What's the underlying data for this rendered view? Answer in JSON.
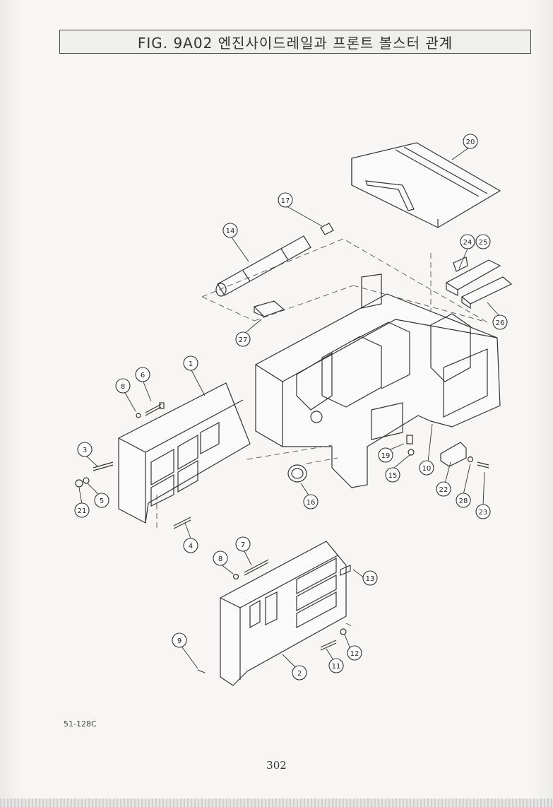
{
  "title": "FIG. 9A02 엔진사이드레일과 프론트 볼스터 관계",
  "drawing_code": "51-128C",
  "page_number": "302",
  "callouts": [
    "20",
    "17",
    "14",
    "24",
    "25",
    "26",
    "27",
    "1",
    "6",
    "8",
    "3",
    "5",
    "21",
    "19",
    "15",
    "10",
    "22",
    "28",
    "23",
    "16",
    "4",
    "7",
    "8",
    "13",
    "9",
    "12",
    "11",
    "2"
  ]
}
